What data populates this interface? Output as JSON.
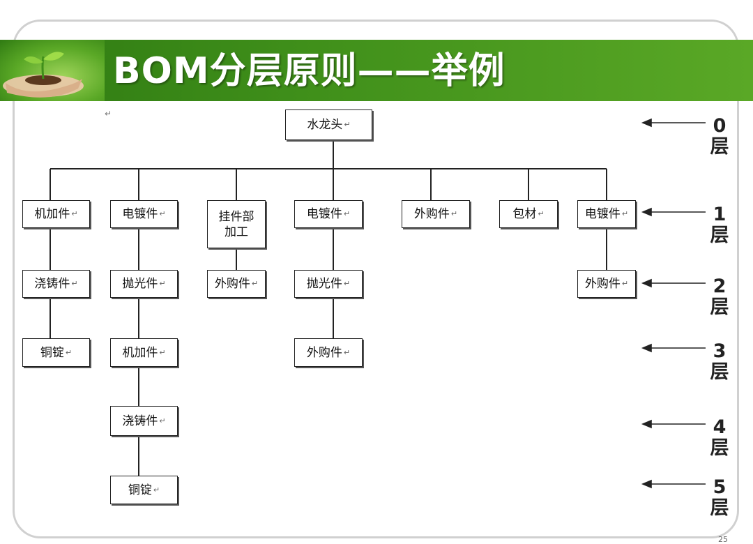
{
  "slide": {
    "title": "BOM分层原则——举例",
    "page_number": "25"
  },
  "colors": {
    "banner": "#3f8f1a",
    "title_text": "#ffffff",
    "line": "#222222"
  },
  "markers": {
    "return_symbol": "↵"
  },
  "nodes": {
    "root": "水龙头",
    "a1": "机加件",
    "a2": "浇铸件",
    "a3": "铜锭",
    "b1": "电镀件",
    "b2": "抛光件",
    "b3": "机加件",
    "b4": "浇铸件",
    "b5": "铜锭",
    "c1": "挂件部\n加工",
    "c2": "外购件",
    "d1": "电镀件",
    "d2": "抛光件",
    "d3": "外购件",
    "e1": "外购件",
    "f1": "包材",
    "g1": "电镀件",
    "g2": "外购件"
  },
  "levels": [
    {
      "num": "0",
      "unit": "层"
    },
    {
      "num": "1",
      "unit": "层"
    },
    {
      "num": "2",
      "unit": "层"
    },
    {
      "num": "3",
      "unit": "层"
    },
    {
      "num": "4",
      "unit": "层"
    },
    {
      "num": "5",
      "unit": "层"
    }
  ]
}
